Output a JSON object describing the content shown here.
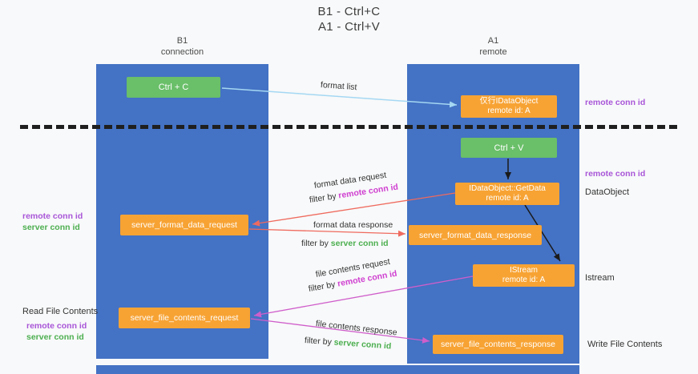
{
  "title": {
    "line1": "B1 - Ctrl+C",
    "line2": "A1 - Ctrl+V"
  },
  "lanes": {
    "left": {
      "name": "B1",
      "role": "connection"
    },
    "right": {
      "name": "A1",
      "role": "remote"
    }
  },
  "nodes": {
    "ctrl_c": {
      "label": "Ctrl + C"
    },
    "ctrl_v": {
      "label": "Ctrl + V"
    },
    "idataobject": {
      "line1": "仅行IDataObject",
      "line2": "remote id: A"
    },
    "getdata": {
      "line1": "IDataObject::GetData",
      "line2": "remote id: A"
    },
    "istream": {
      "line1": "IStream",
      "line2": "remote id: A"
    },
    "server_format_data_request": {
      "label": "server_format_data_request"
    },
    "server_format_data_response": {
      "label": "server_format_data_response"
    },
    "server_file_contents_request": {
      "label": "server_file_contents_request"
    },
    "server_file_contents_response": {
      "label": "server_file_contents_response"
    }
  },
  "arrow_labels": {
    "format_list": "format list",
    "format_data_request": "format data request",
    "format_data_response": "format data response",
    "file_contents_request": "file contents request",
    "file_contents_response": "file contents response",
    "filter_by": "filter by",
    "remote_conn_id": "remote conn id",
    "server_conn_id": "server conn id"
  },
  "annotations": {
    "remote_conn_id": "remote conn id",
    "server_conn_id": "server conn id",
    "dataobject": "DataObject",
    "istream": "Istream",
    "read_file_contents": "Read File Contents",
    "write_file_contents": "Write File Contents"
  },
  "colors": {
    "lane_blue": "#4472c4",
    "node_green": "#6abf69",
    "node_orange": "#f7a334",
    "arrow_light_blue": "#a5d8f3",
    "arrow_red": "#ef6a5e",
    "arrow_black": "#1a1a1a",
    "arrow_magenta": "#cf5ecb",
    "text_purple": "#a855d8",
    "text_magenta": "#cf3fd0",
    "text_green": "#4caf50"
  }
}
